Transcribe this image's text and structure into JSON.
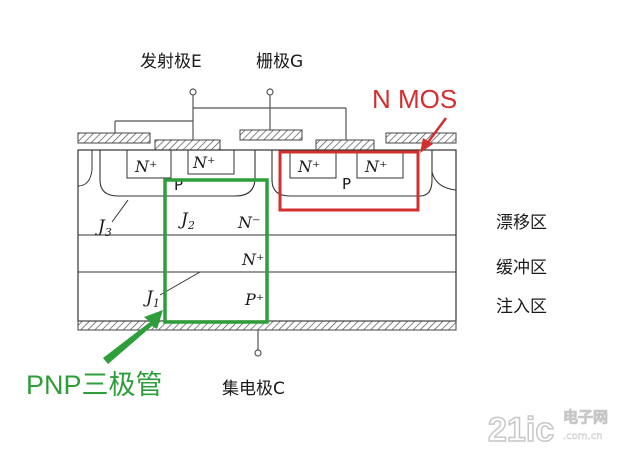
{
  "terminals": {
    "emitter": "发射极E",
    "gate": "栅极G",
    "collector": "集电极C"
  },
  "regions": {
    "n_plus": "N⁺",
    "p": "P",
    "j3": "J",
    "j3_sub": "3",
    "j2": "J",
    "j2_sub": "2",
    "j1": "J",
    "j1_sub": "1",
    "n_minus": "N⁻",
    "n_plus_buffer": "N⁺",
    "p_plus": "P⁺"
  },
  "zones": {
    "drift": "漂移区",
    "buffer": "缓冲区",
    "injection": "注入区"
  },
  "callouts": {
    "nmos": "N MOS",
    "pnp": "PNP三极管"
  },
  "watermark": {
    "brand": "21ic",
    "site": "电子网"
  },
  "colors": {
    "red": "#d32f2f",
    "green": "#2e9e3a",
    "line": "#333333",
    "hatch": "#444444"
  }
}
